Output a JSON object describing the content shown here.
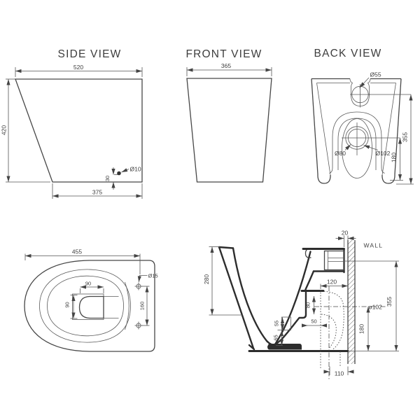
{
  "side": {
    "title": "SIDE VIEW",
    "top_width": "520",
    "height": "420",
    "bottom_width": "375",
    "hole_offset": "30",
    "hole_diameter": "Ø10"
  },
  "front": {
    "title": "FRONT VIEW",
    "top_width": "365"
  },
  "back": {
    "title": "BACK VIEW",
    "inlet_diameter": "Ø55",
    "outlet_inner_diameter": "Ø80",
    "outlet_outer_diameter": "Ø102",
    "inlet_height": "355",
    "outlet_height": "180"
  },
  "plan": {
    "overall_length": "455",
    "flush_width": "90",
    "flush_depth": "90",
    "seat_hole_diameter": "Ø15",
    "seat_hole_spacing": "160"
  },
  "section": {
    "wall_gap": "20",
    "wall_label": "WALL",
    "bowl_depth": "280",
    "outlet_length": "120",
    "outlet_rise": "80",
    "outlet_offset": "50",
    "weir_height": "55",
    "base_height": "65",
    "outlet_diameter": "ø102",
    "overall_height": "355",
    "outlet_center_height": "180",
    "outlet_center_offset": "110"
  }
}
